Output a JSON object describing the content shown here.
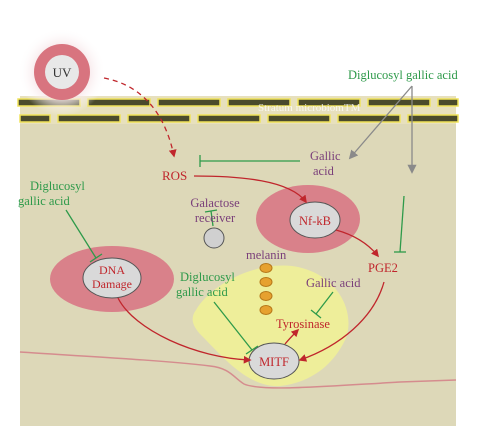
{
  "labels": {
    "uv": "UV",
    "stratum_band": "Stratum microbiomTM",
    "diglucosyl_top": "Diglucosyl gallic acid",
    "gallic_acid_top_1": "Gallic",
    "gallic_acid_top_2": "acid",
    "ros": "ROS",
    "diglucosyl_left_1": "Diglucosyl",
    "diglucosyl_left_2": "gallic acid",
    "galactose_1": "Galactose",
    "galactose_2": "receiver",
    "nfkb": "Nf-kB",
    "dna_1": "DNA",
    "dna_2": "Damage",
    "melanin": "melanin",
    "pge2": "PGE2",
    "gallic_acid_mid": "Gallic acid",
    "diglucosyl_center_1": "Diglucosyl",
    "diglucosyl_center_2": "gallic acid",
    "tyrosinase": "Tyrosinase",
    "mitf": "MITF"
  },
  "colors": {
    "skin_background": "#ddd8b8",
    "band_dark": "#4a4a2c",
    "band_outline": "#f0e35a",
    "pink_zone": "#d9818a",
    "yellow_zone": "#eeee9a",
    "node_fill": "#d9d9d9",
    "melanin_dot": "#e6a12f",
    "inhibitor_green": "#2e9a4a",
    "activation_red": "#c0262c",
    "gray_arrow": "#8a8a8a"
  }
}
